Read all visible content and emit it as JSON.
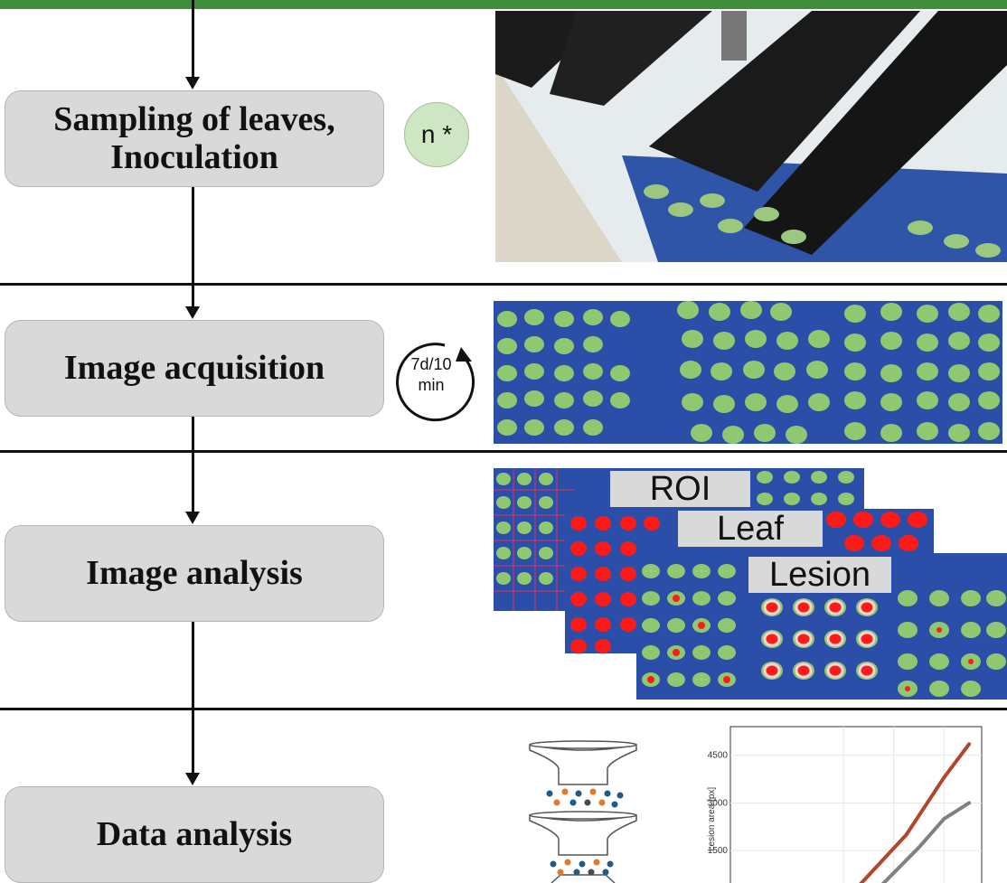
{
  "steps": {
    "sampling": "Sampling of leaves, Inoculation",
    "acquisition": "Image acquisition",
    "analysis": "Image analysis",
    "data": "Data analysis"
  },
  "badge": "n *",
  "cycle": {
    "line1": "7d/10",
    "line2": "min"
  },
  "overlay_labels": {
    "roi": "ROI",
    "leaf": "Leaf",
    "lesion": "Lesion"
  },
  "chart_data": {
    "type": "line",
    "ylabel": "Lesion area [px]",
    "yticks": [
      "4500",
      "3000",
      "1500"
    ],
    "ylim": [
      0,
      5400
    ],
    "series": [
      {
        "color": "#b3452c",
        "values": [
          [
            0.0,
            0
          ],
          [
            0.35,
            0
          ],
          [
            0.5,
            300
          ],
          [
            0.7,
            2000
          ],
          [
            0.85,
            3800
          ],
          [
            0.95,
            4850
          ]
        ]
      },
      {
        "color": "#808080",
        "values": [
          [
            0.0,
            0
          ],
          [
            0.45,
            0
          ],
          [
            0.6,
            400
          ],
          [
            0.75,
            1600
          ],
          [
            0.85,
            2500
          ],
          [
            0.95,
            3000
          ]
        ]
      }
    ]
  },
  "colors": {
    "accent": "#3f8f3a",
    "box": "#d9d9d9",
    "lesion": "#ff1a1a",
    "background_cloth": "#2b4fa8"
  }
}
